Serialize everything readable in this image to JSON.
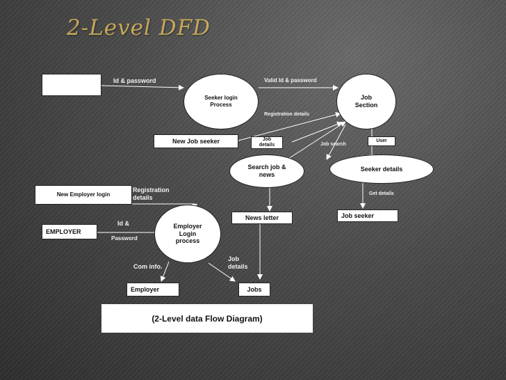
{
  "slide": {
    "title": "2-Level DFD"
  },
  "nodes": {
    "blank_entity": "",
    "seeker_login": "Seeker login Process",
    "job_section": "Job Section",
    "new_job_seeker": "New Job seeker",
    "job_details_box": "Job details",
    "user_box": "User",
    "search_job": "Search job & news",
    "seeker_details": "Seeker details",
    "new_employer_login": "New Employer login",
    "employer_entity": "EMPLOYER",
    "employer_login": "Employer Login process",
    "news_letter": "News letter",
    "job_seeker": "Job seeker",
    "employer_store": "Employer",
    "jobs": "Jobs"
  },
  "flows": {
    "id_password": "Id & password",
    "valid_id_password": "Valid Id & password",
    "registration_details_top": "Registration details",
    "job_search": "Job search",
    "get_details": "Get details",
    "registration_details": "Registration details",
    "id_amp": "Id &",
    "password": "Password",
    "com_info": "Com info.",
    "job_details": "Job details"
  },
  "caption": "(2-Level data Flow Diagram)"
}
